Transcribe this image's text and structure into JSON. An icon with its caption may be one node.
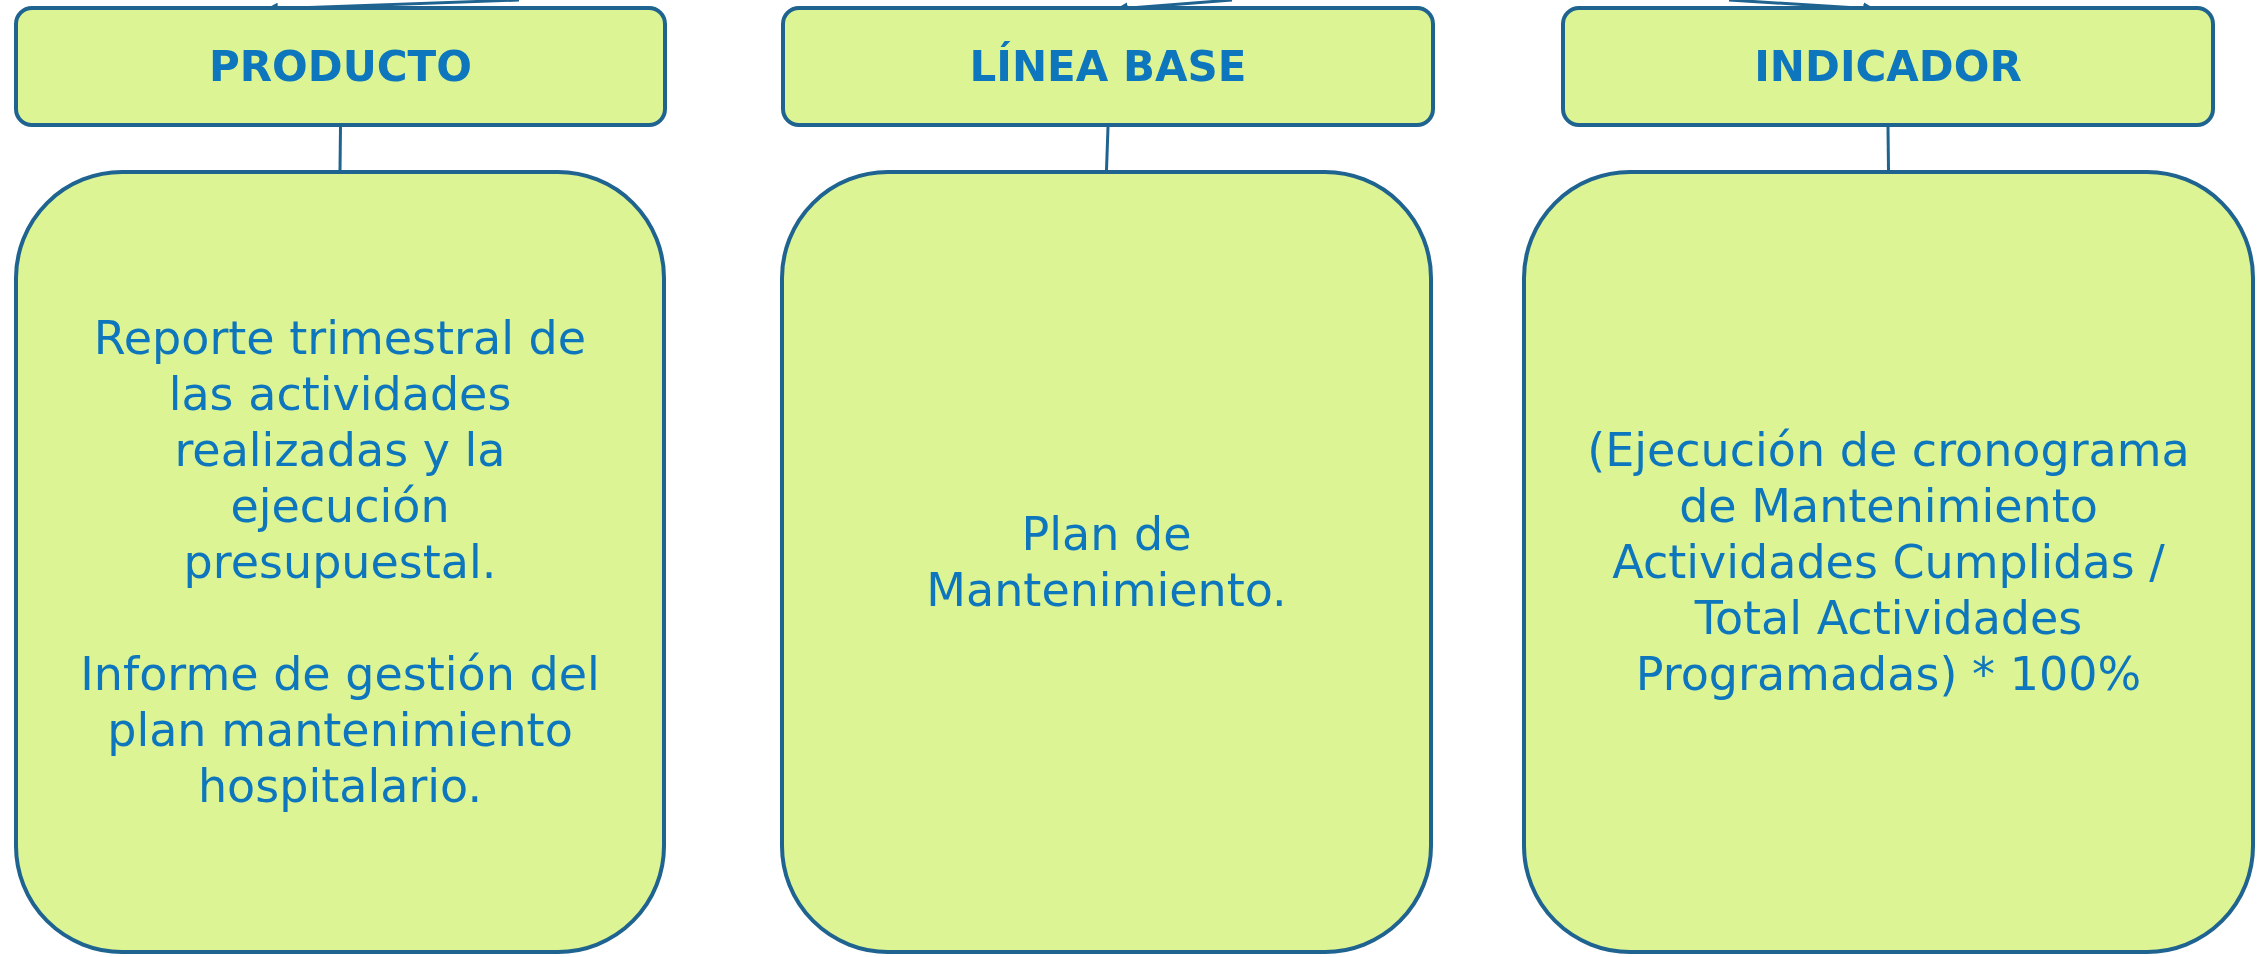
{
  "diagram": {
    "nodes": [
      {
        "text": [
          "PRODUCTO"
        ]
      },
      {
        "text": [
          "LÍNEA BASE"
        ]
      },
      {
        "text": [
          "INDICADOR"
        ]
      },
      {
        "text": [
          "Reporte trimestral de las actividades realizadas y la ejecución presupuestal.",
          "Informe de gestión del plan mantenimiento hospitalario."
        ]
      },
      {
        "text": [
          "Plan de Mantenimiento."
        ]
      },
      {
        "text": [
          "(Ejecución de cronograma de Mantenimiento Actividades Cumplidas / Total Actividades Programadas) * 100%"
        ]
      }
    ],
    "edges": [
      {
        "from": null,
        "to": 0,
        "arrow": "to"
      },
      {
        "from": null,
        "to": 1,
        "arrow": "to"
      },
      {
        "from": null,
        "to": 2,
        "arrow": "to"
      },
      {
        "from": 0,
        "to": 3,
        "arrow": "none"
      },
      {
        "from": 1,
        "to": 4,
        "arrow": "none"
      },
      {
        "from": 2,
        "to": 5,
        "arrow": "none"
      }
    ]
  }
}
